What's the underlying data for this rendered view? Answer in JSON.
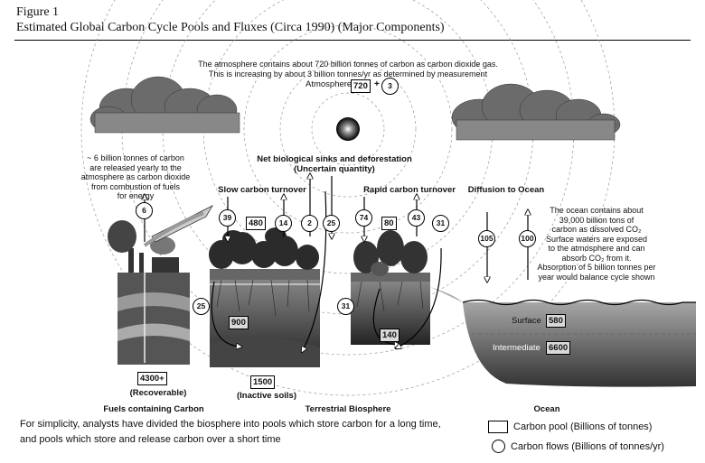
{
  "figure": {
    "label": "Figure 1",
    "title": "Estimated Global Carbon Cycle Pools and Fluxes (Circa 1990) (Major Components)"
  },
  "atmosphere": {
    "note_line1": "The atmosphere contains about 720 billion tonnes of carbon  as carbon dioxide gas.",
    "note_line2": "This is increasing by about 3 billion tonnes/yr as determined by measurement",
    "label": "Atmosphere",
    "pool": "720",
    "plus": "+",
    "increase": "3"
  },
  "fossil": {
    "note": [
      "~ 6 billion tonnes of carbon",
      "are released yearly to the",
      "atmosphere as carbon dioxide",
      "from combustion of fuels",
      "for energy"
    ],
    "flow": "6",
    "pool": "4300+",
    "pool_note": "(Recoverable)",
    "caption": "Fuels containing Carbon"
  },
  "terrestrial": {
    "net_sinks": "Net biological sinks and deforestation",
    "uncertain": "(Uncertain quantity)",
    "slow_title": "Slow carbon turnover",
    "rapid_title": "Rapid carbon turnover",
    "flows": {
      "slow_down": "39",
      "slow_up": "14",
      "net_up": "2",
      "net_down": "25",
      "rapid_down": "74",
      "rapid_up": "43",
      "rapid_soil": "31",
      "slow_soil": "25",
      "rapid_soil2": "31"
    },
    "slow_pool": "480",
    "rapid_pool": "80",
    "soil_pool": "900",
    "rapid_soil_pool": "140",
    "inactive_pool": "1500",
    "inactive_note": "(Inactive soils)",
    "caption": "Terrestrial Biosphere"
  },
  "ocean": {
    "title": "Diffusion to Ocean",
    "note": [
      "The ocean contains about",
      "39,000 billion tons of",
      "carbon as dissolved CO₂",
      "Surface waters are exposed",
      "to the atmosphere and can",
      "absorb CO₂ from it.",
      "Absorption of 5 billion tonnes per",
      "year would balance cycle shown"
    ],
    "flow_down": "105",
    "flow_up": "100",
    "surface_label": "Surface",
    "surface_pool": "580",
    "intermediate_label": "Intermediate",
    "intermediate_pool": "6600",
    "caption": "Ocean"
  },
  "footer": {
    "line1": "For simplicity, analysts have divided the biosphere into pools which store carbon for a long time,",
    "line2": "and pools which store and release carbon over a short time"
  },
  "legend": {
    "pool": "Carbon pool (Billions of tonnes)",
    "flow": "Carbon flows (Billions of tonnes/yr)"
  }
}
